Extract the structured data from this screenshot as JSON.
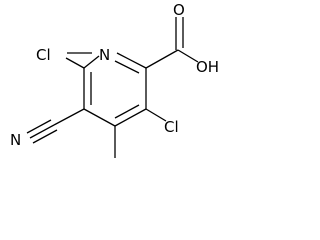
{
  "molecule": {
    "atoms": {
      "cl_left": "Cl",
      "ring_n": "N",
      "cl_right": "Cl",
      "nitrile_n": "N",
      "carbonyl_o": "O",
      "hydroxyl": "OH"
    }
  }
}
